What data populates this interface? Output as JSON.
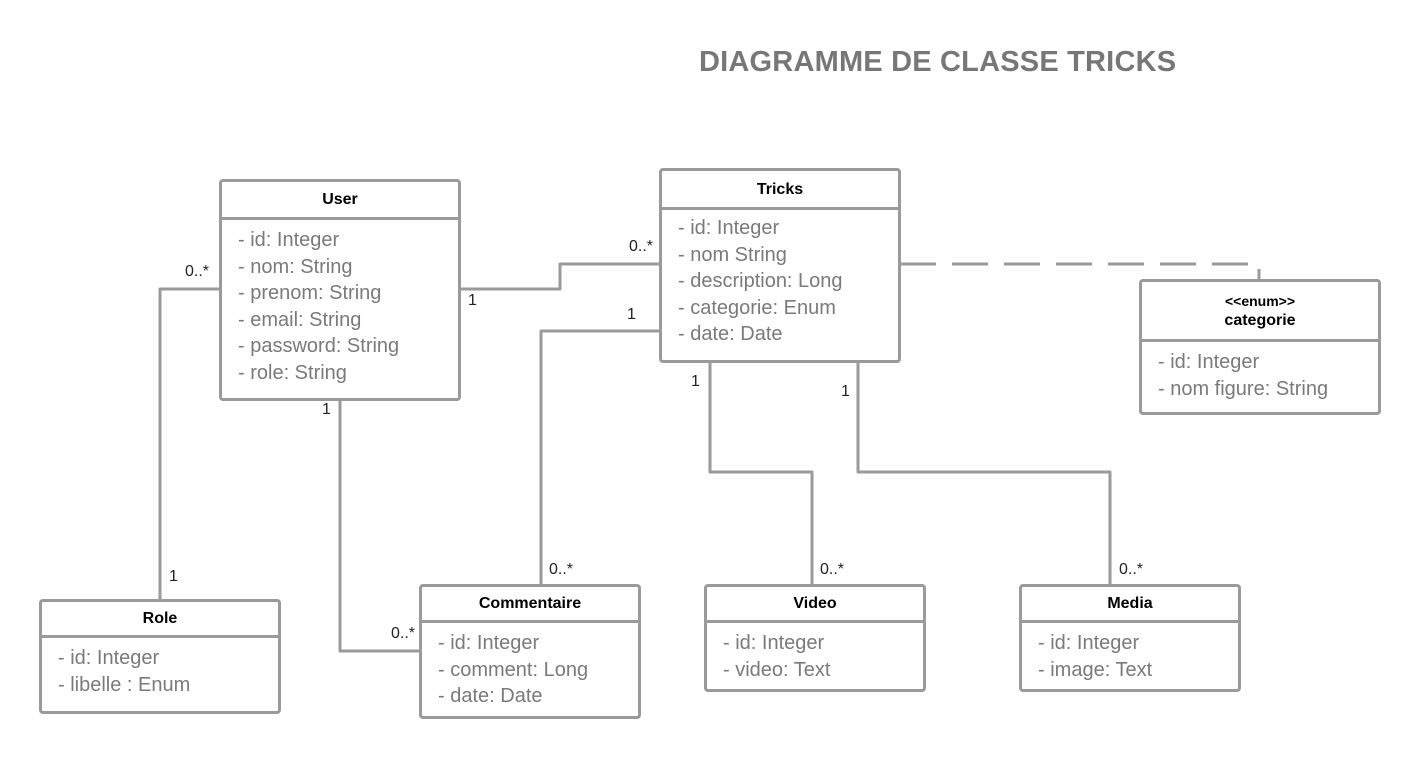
{
  "title": "DIAGRAMME DE CLASSE TRICKS",
  "classes": {
    "user": {
      "name": "User",
      "attributes": [
        "- id: Integer",
        "- nom: String",
        "- prenom: String",
        "- email: String",
        "- password: String",
        "- role: String"
      ]
    },
    "tricks": {
      "name": "Tricks",
      "attributes": [
        "- id: Integer",
        "- nom String",
        "- description: Long",
        "- categorie: Enum",
        "- date: Date"
      ]
    },
    "categorie": {
      "stereotype": "<<enum>>",
      "name": "categorie",
      "attributes": [
        "- id: Integer",
        "- nom figure: String"
      ]
    },
    "role": {
      "name": "Role",
      "attributes": [
        "- id: Integer",
        "- libelle : Enum"
      ]
    },
    "commentaire": {
      "name": "Commentaire",
      "attributes": [
        "- id: Integer",
        "- comment: Long",
        "- date: Date"
      ]
    },
    "video": {
      "name": "Video",
      "attributes": [
        "- id: Integer",
        "- video: Text"
      ]
    },
    "media": {
      "name": "Media",
      "attributes": [
        "- id: Integer",
        "- image: Text"
      ]
    }
  },
  "multiplicities": {
    "user_role_user": "0..*",
    "user_role_role": "1",
    "user_tricks_user": "1",
    "user_tricks_tricks": "0..*",
    "user_commentaire_user": "1",
    "user_commentaire_commentaire": "0..*",
    "tricks_commentaire_tricks": "1",
    "tricks_commentaire_commentaire": "0..*",
    "tricks_video_tricks": "1",
    "tricks_video_video": "0..*",
    "tricks_media_tricks": "1",
    "tricks_media_media": "0..*"
  },
  "colors": {
    "title": "#777777",
    "border": "#9a9a9a",
    "attribute_text": "#7a7a7a",
    "line": "#9a9a9a"
  }
}
